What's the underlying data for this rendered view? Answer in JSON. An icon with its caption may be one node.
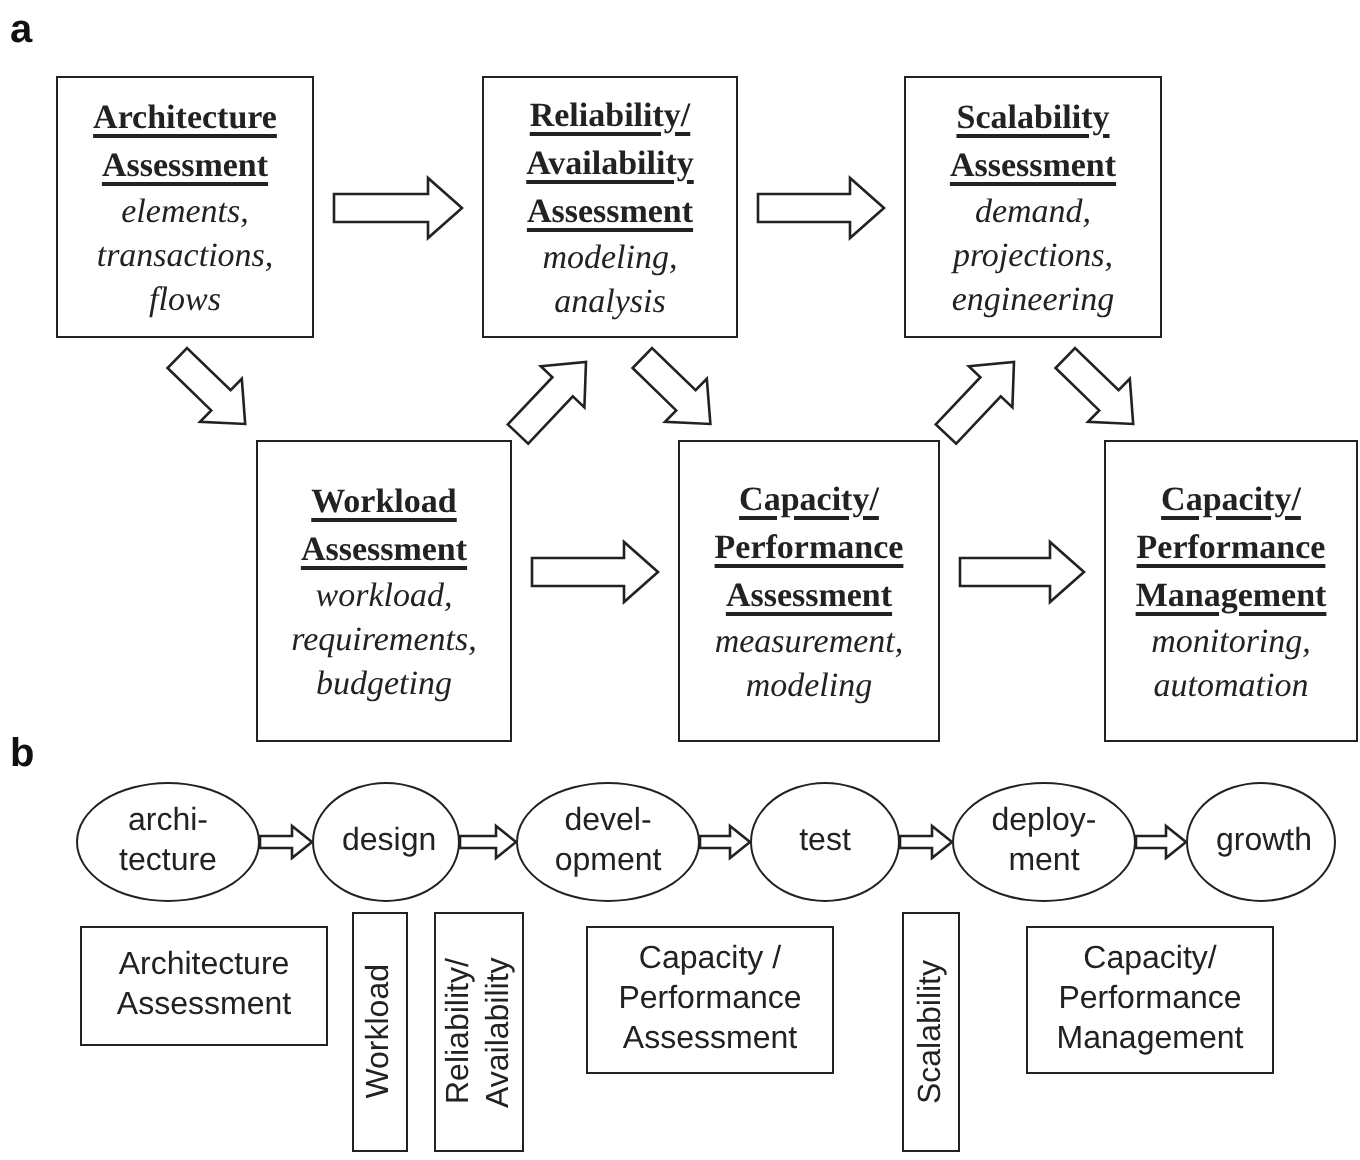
{
  "diagram": {
    "nodes": [
      {
        "text": [
          "Architecture Assessment",
          "elements, transactions, flows"
        ]
      },
      {
        "text": [
          "Reliability/ Availability Assessment",
          "modeling, analysis"
        ]
      },
      {
        "text": [
          "Scalability Assessment",
          "demand, projections, engineering"
        ]
      },
      {
        "text": [
          "Workload Assessment",
          "workload, requirements, budgeting"
        ]
      },
      {
        "text": [
          "Capacity/ Performance Assessment",
          "measurement, modeling"
        ]
      },
      {
        "text": [
          "Capacity/ Performance Management",
          "monitoring, automation"
        ]
      },
      {
        "text": [
          "archi- tecture"
        ]
      },
      {
        "text": [
          "design"
        ]
      },
      {
        "text": [
          "devel- opment"
        ]
      },
      {
        "text": [
          "test"
        ]
      },
      {
        "text": [
          "deploy- ment"
        ]
      },
      {
        "text": [
          "growth"
        ]
      },
      {
        "text": [
          "Architecture Assessment"
        ]
      },
      {
        "text": [
          "Workload"
        ]
      },
      {
        "text": [
          "Reliability/ Availability"
        ]
      },
      {
        "text": [
          "Capacity / Performance Assessment"
        ]
      },
      {
        "text": [
          "Scalability"
        ]
      },
      {
        "text": [
          "Capacity/ Performance Management"
        ]
      }
    ],
    "edges": [
      {
        "from": 0,
        "to": 1,
        "arrow": "to"
      },
      {
        "from": 1,
        "to": 2,
        "arrow": "to"
      },
      {
        "from": 0,
        "to": 3,
        "arrow": "to"
      },
      {
        "from": 3,
        "to": 1,
        "arrow": "to"
      },
      {
        "from": 1,
        "to": 4,
        "arrow": "to"
      },
      {
        "from": 3,
        "to": 4,
        "arrow": "to"
      },
      {
        "from": 4,
        "to": 2,
        "arrow": "to"
      },
      {
        "from": 2,
        "to": 5,
        "arrow": "to"
      },
      {
        "from": 4,
        "to": 5,
        "arrow": "to"
      },
      {
        "from": 6,
        "to": 7,
        "arrow": "to"
      },
      {
        "from": 7,
        "to": 8,
        "arrow": "to"
      },
      {
        "from": 8,
        "to": 9,
        "arrow": "to"
      },
      {
        "from": 9,
        "to": 10,
        "arrow": "to"
      },
      {
        "from": 10,
        "to": 11,
        "arrow": "to"
      }
    ],
    "labels": [
      "a",
      "b"
    ]
  }
}
